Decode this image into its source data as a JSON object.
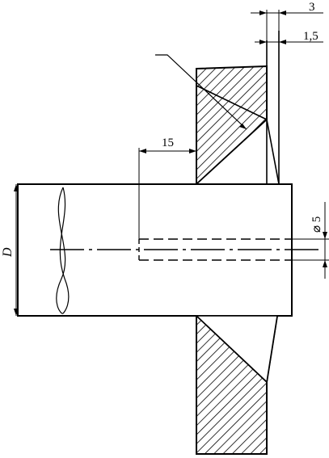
{
  "dimensions": {
    "top_offset": "3",
    "gap": "1,5",
    "depth": "15",
    "hole_diameter": "⌀ 5",
    "shaft_diameter": "D"
  }
}
